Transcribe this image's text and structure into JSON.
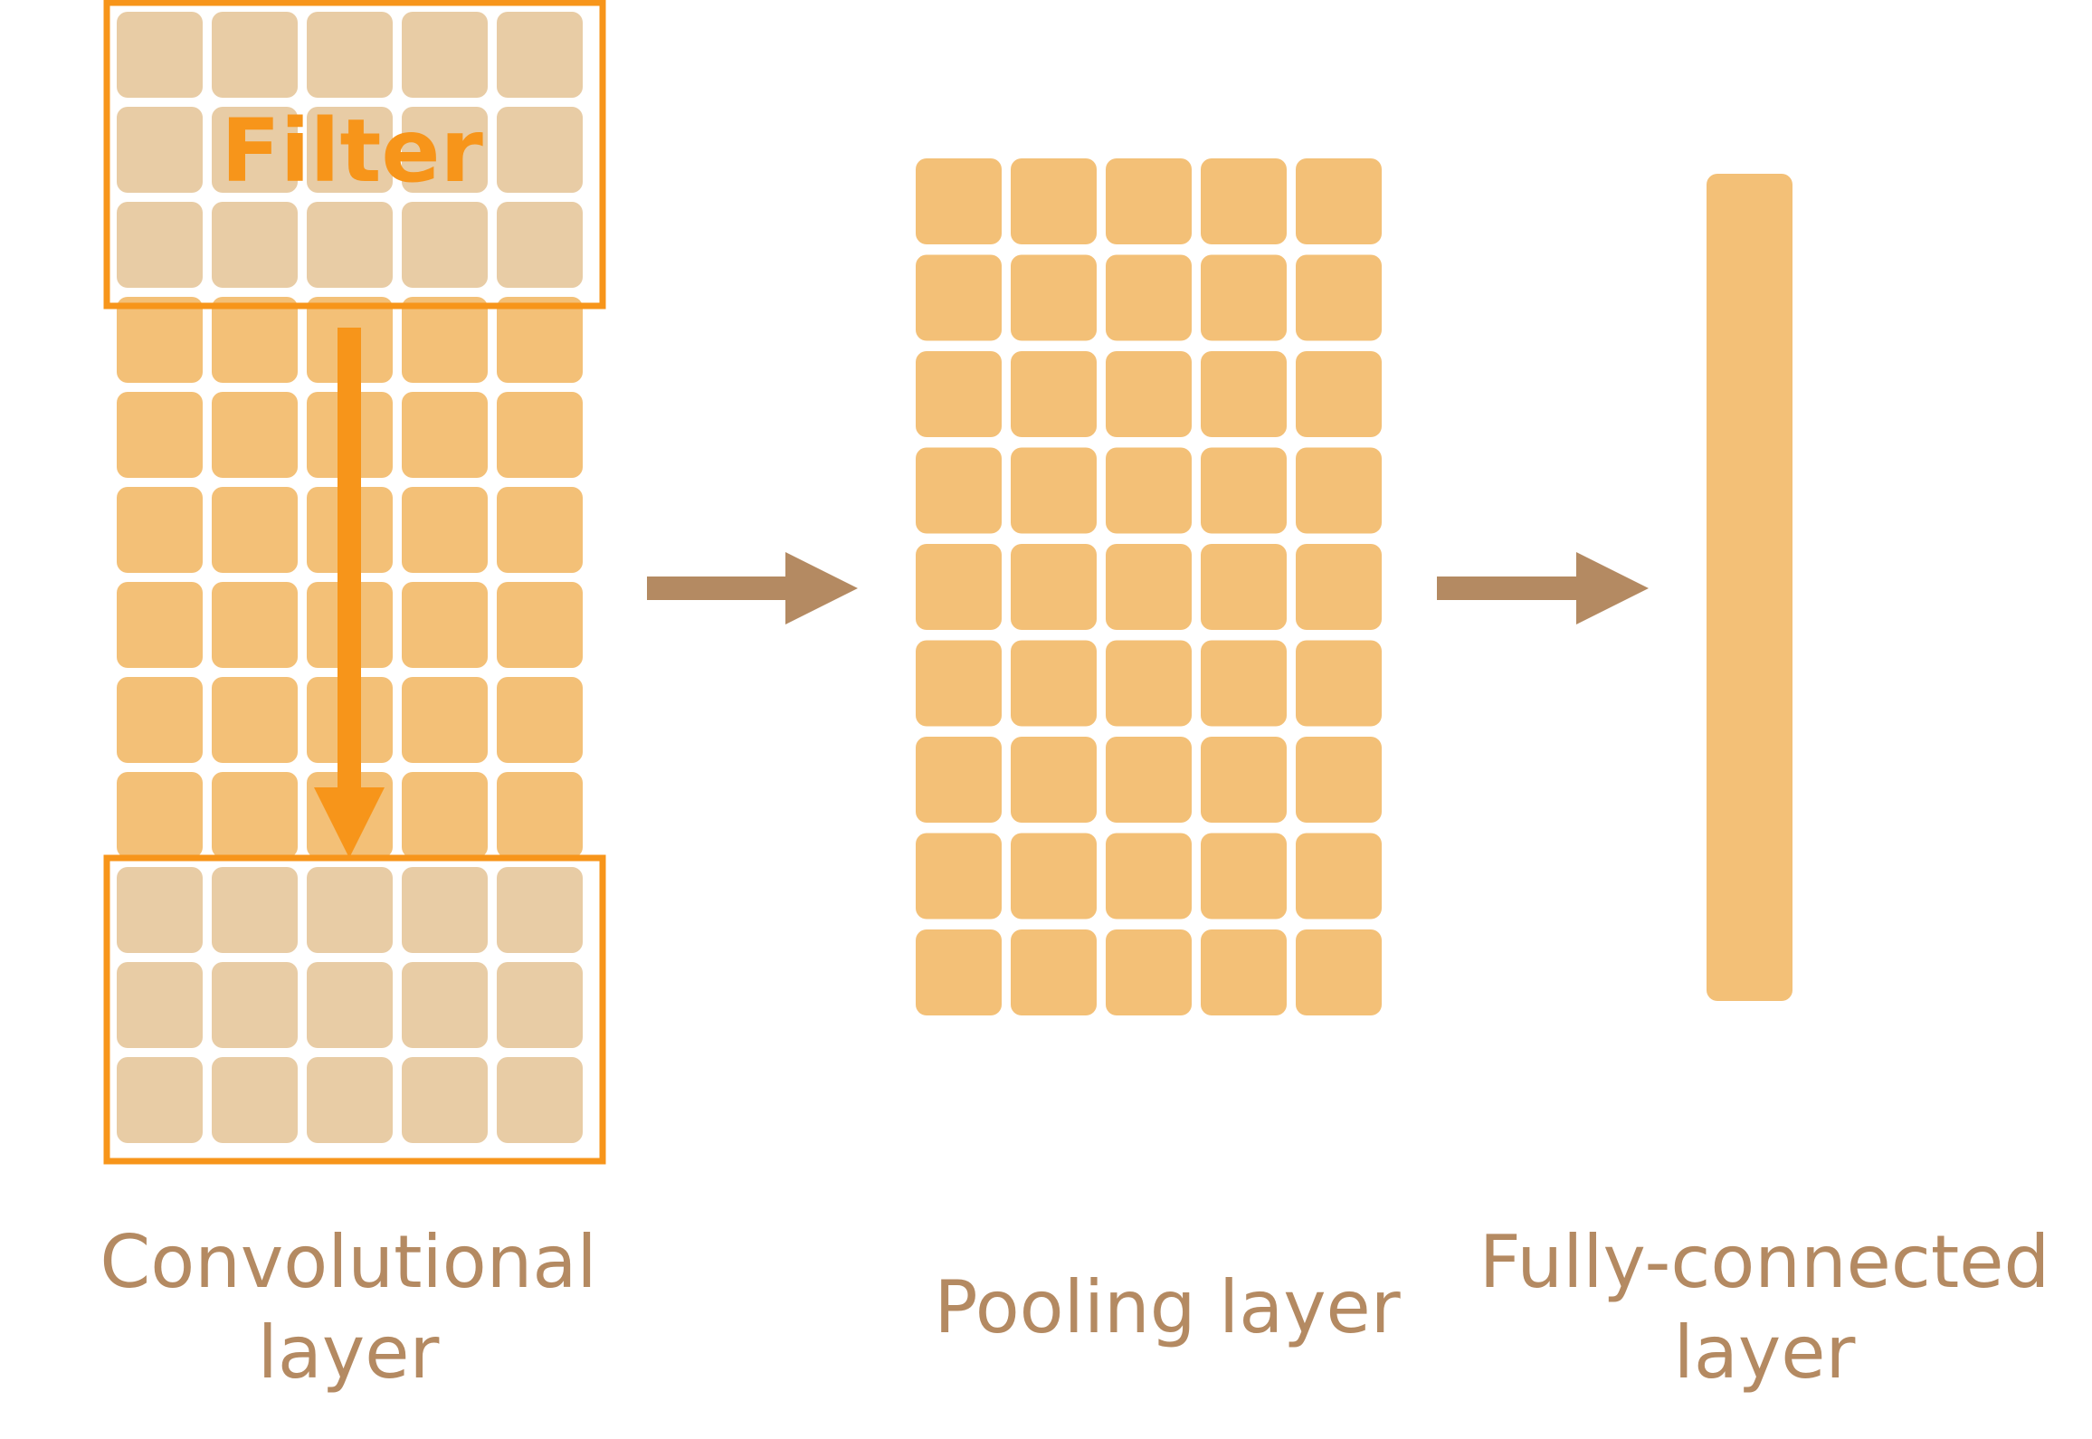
{
  "filter_label": "Filter",
  "layers": {
    "convolutional": {
      "label": "Convolutional\nlayer",
      "grid": {
        "rows": 12,
        "cols": 5
      },
      "filter_rows": 3
    },
    "pooling": {
      "label": "Pooling layer",
      "grid": {
        "rows": 9,
        "cols": 5
      }
    },
    "fully_connected": {
      "label": "Fully-connected\nlayer"
    }
  },
  "colors": {
    "cell": "#f3c077",
    "cell_under_filter": "#e8cca5",
    "filter_box": "#f7951a",
    "filter_fill": "#efefef",
    "flow_arrow": "#b48a62",
    "label_text": "#b48a62",
    "background": "#ffffff"
  }
}
